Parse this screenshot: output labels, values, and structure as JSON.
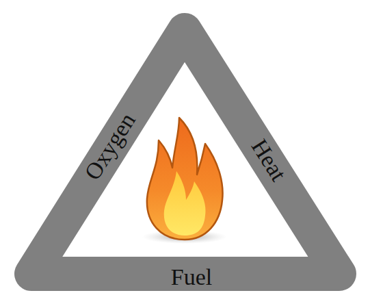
{
  "diagram": {
    "labels": [
      "Oxygen",
      "Heat",
      "Fuel"
    ]
  }
}
